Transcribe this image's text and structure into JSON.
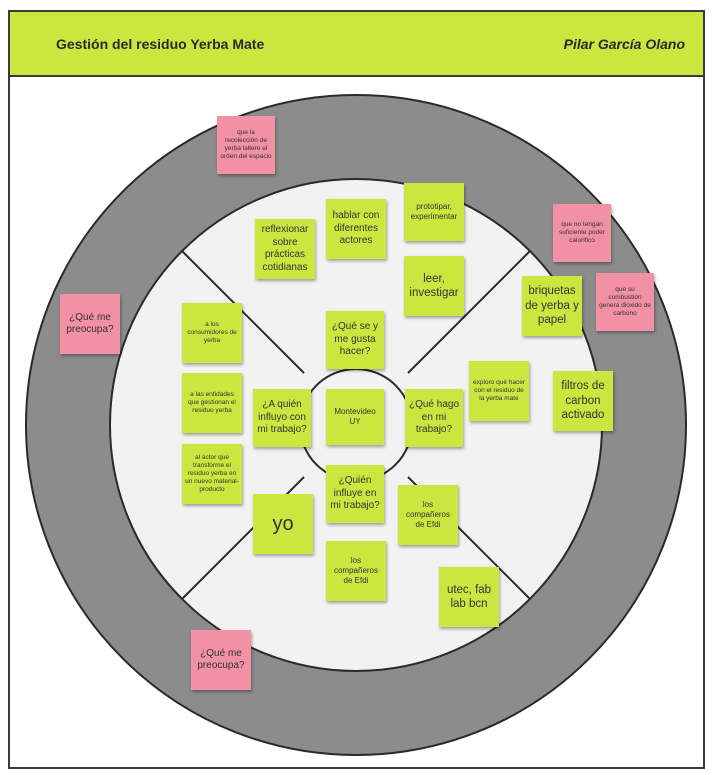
{
  "header": {
    "title": "Gestión del residuo Yerba Mate",
    "author": "Pilar García Olano"
  },
  "center": {
    "top": "¿Qué se y me gusta hacer?",
    "middle": "Montevideo UY",
    "left": "¿A quién influyo con mi trabajo?",
    "right": "¿Qué hago en mi trabajo?",
    "bottom": "¿Quién influye en mi trabajo?"
  },
  "top_quadrant": {
    "note1": "reflexionar sobre prácticas cotidianas",
    "note2": "hablar con diferentes actores",
    "note3": "prototipar, experimentar",
    "note4": "leer, investigar"
  },
  "left_quadrant": {
    "note1": "a los consumidores de yerba",
    "note2": "a las entidades que gestionan el residuo yerba",
    "note3": "al actor que transforme el residuo yerba en un nuevo material-producto"
  },
  "right_quadrant": {
    "note1": "briquetas de yerba y papel",
    "note2": "exploro qué hacer con el residuo de la yerba mate",
    "note3": "filtros de carbon activado"
  },
  "bottom_quadrant": {
    "note1": "yo",
    "note2": "los compañeros de Efdi",
    "note3": "los compañeros de Efdi",
    "note4": "utec, fab lab bcn"
  },
  "outer_ring": {
    "concern1": "que la recolección de yerba laltere el orden del espacio",
    "concern2": "que no tengan suficiente poder calorifico",
    "concern3": "que su combustión genera dioxido de carbono",
    "label_left": "¿Qué me preocupa?",
    "label_bottom": "¿Qué me preocupa?"
  },
  "colors": {
    "green_note": "#cce640",
    "pink_note": "#f291a6",
    "outer_ring": "#8c8c8c",
    "inner_circle": "#f2f2f2"
  }
}
